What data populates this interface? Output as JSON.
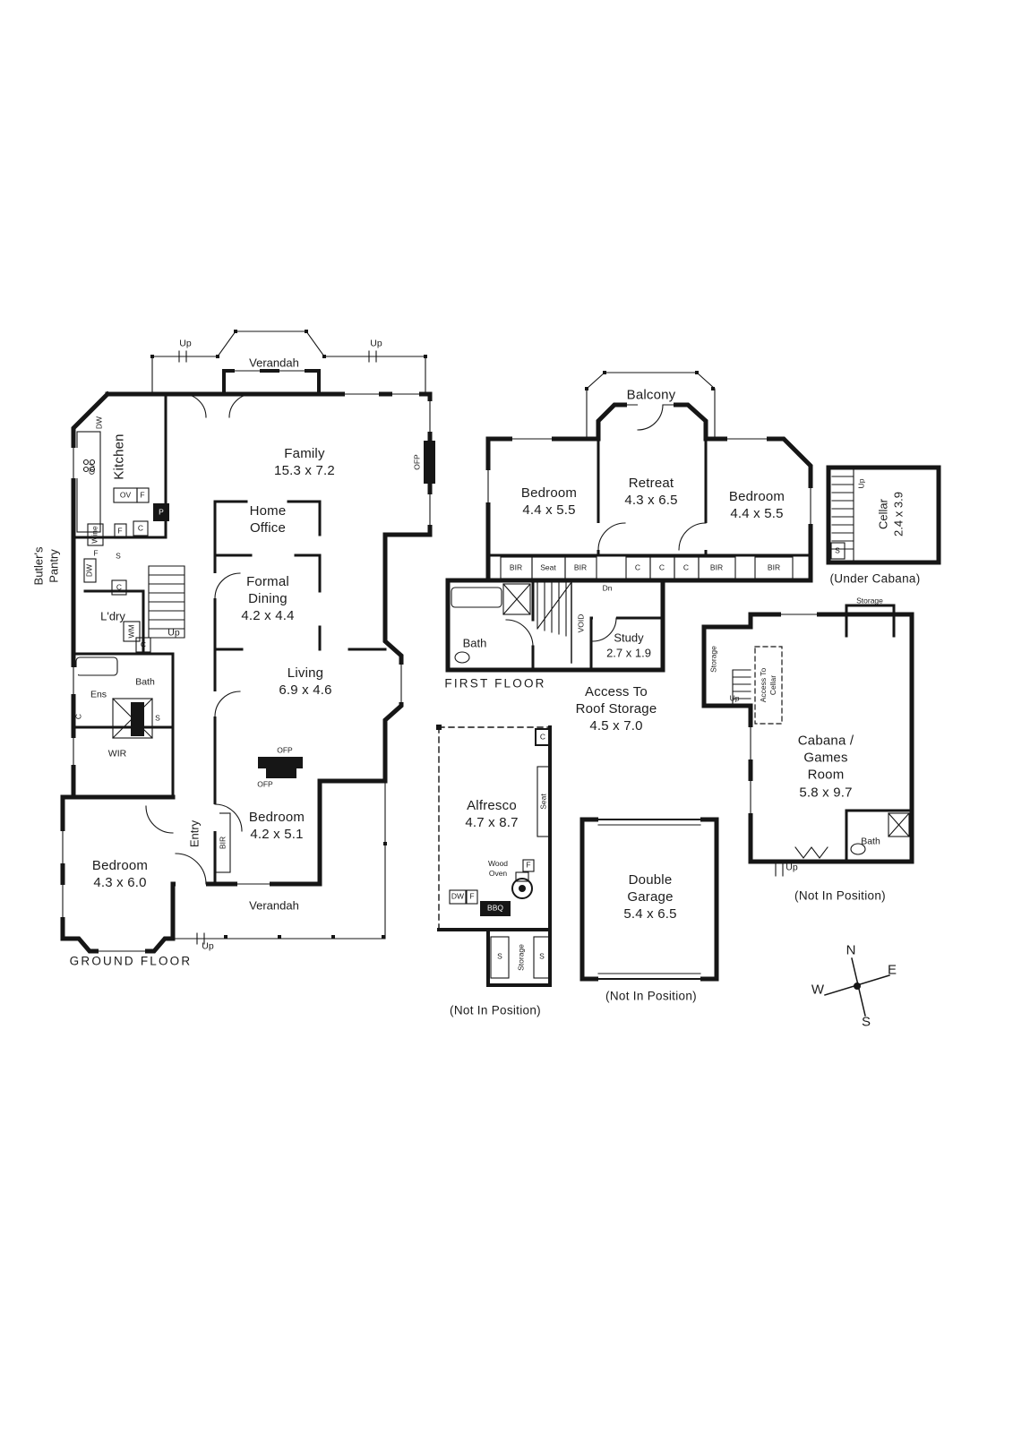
{
  "compass": {
    "n": "N",
    "e": "E",
    "s": "S",
    "w": "W"
  },
  "ground": {
    "section_label": "GROUND FLOOR",
    "verandah_top": "Verandah",
    "verandah_bottom": "Verandah",
    "up": "Up",
    "rooms": {
      "family": "Family\n15.3 x 7.2",
      "kitchen": "Kitchen",
      "butlers_pantry": "Butler's\nPantry",
      "home_office": "Home\nOffice",
      "formal_dining": "Formal\nDining\n4.2 x 4.4",
      "laundry": "L'dry",
      "living": "Living\n6.9 x 4.6",
      "ensuite": "Ens",
      "bath": "Bath",
      "wir": "WIR",
      "entry": "Entry",
      "bedroom_rear": "Bedroom\n4.2 x 5.1",
      "bedroom_front": "Bedroom\n4.3 x 6.0"
    },
    "fixtures": {
      "dw": "DW",
      "ov": "OV",
      "f": "F",
      "p": "P",
      "c": "C",
      "s": "S",
      "wine": "Wine",
      "wm": "WM",
      "bir": "BIR",
      "ofp": "OFP"
    }
  },
  "first": {
    "section_label": "FIRST FLOOR",
    "balcony": "Balcony",
    "rooms": {
      "bedroom_left": "Bedroom\n4.4 x 5.5",
      "retreat": "Retreat\n4.3 x 6.5",
      "bedroom_right": "Bedroom\n4.4 x 5.5",
      "bath": "Bath",
      "study": "Study\n2.7 x 1.9",
      "void": "VOID"
    },
    "wardrobes": [
      "BIR",
      "Seat",
      "BIR",
      "C",
      "C",
      "C",
      "BIR",
      "BIR"
    ],
    "dn": "Dn",
    "roof_access": "Access To\nRoof Storage\n4.5 x 7.0"
  },
  "cellar": {
    "label": "Cellar\n2.4 x 3.9",
    "up": "Up",
    "s": "S",
    "note": "(Under Cabana)"
  },
  "cabana": {
    "label": "Cabana /\nGames\nRoom\n5.8 x 9.7",
    "storage_top": "Storage",
    "storage_left": "Storage",
    "access_cellar": "Access To\nCellar",
    "bath": "Bath",
    "up": "Up",
    "note": "(Not In Position)"
  },
  "alfresco": {
    "label": "Alfresco\n4.7 x 8.7",
    "seat": "Seat",
    "wood_oven": "Wood\nOven",
    "bbq": "BBQ",
    "storage": "Storage",
    "c": "C",
    "f": "F",
    "dw": "DW",
    "s": "S",
    "note": "(Not In Position)"
  },
  "garage": {
    "label": "Double\nGarage\n5.4 x 6.5",
    "note": "(Not In Position)"
  }
}
